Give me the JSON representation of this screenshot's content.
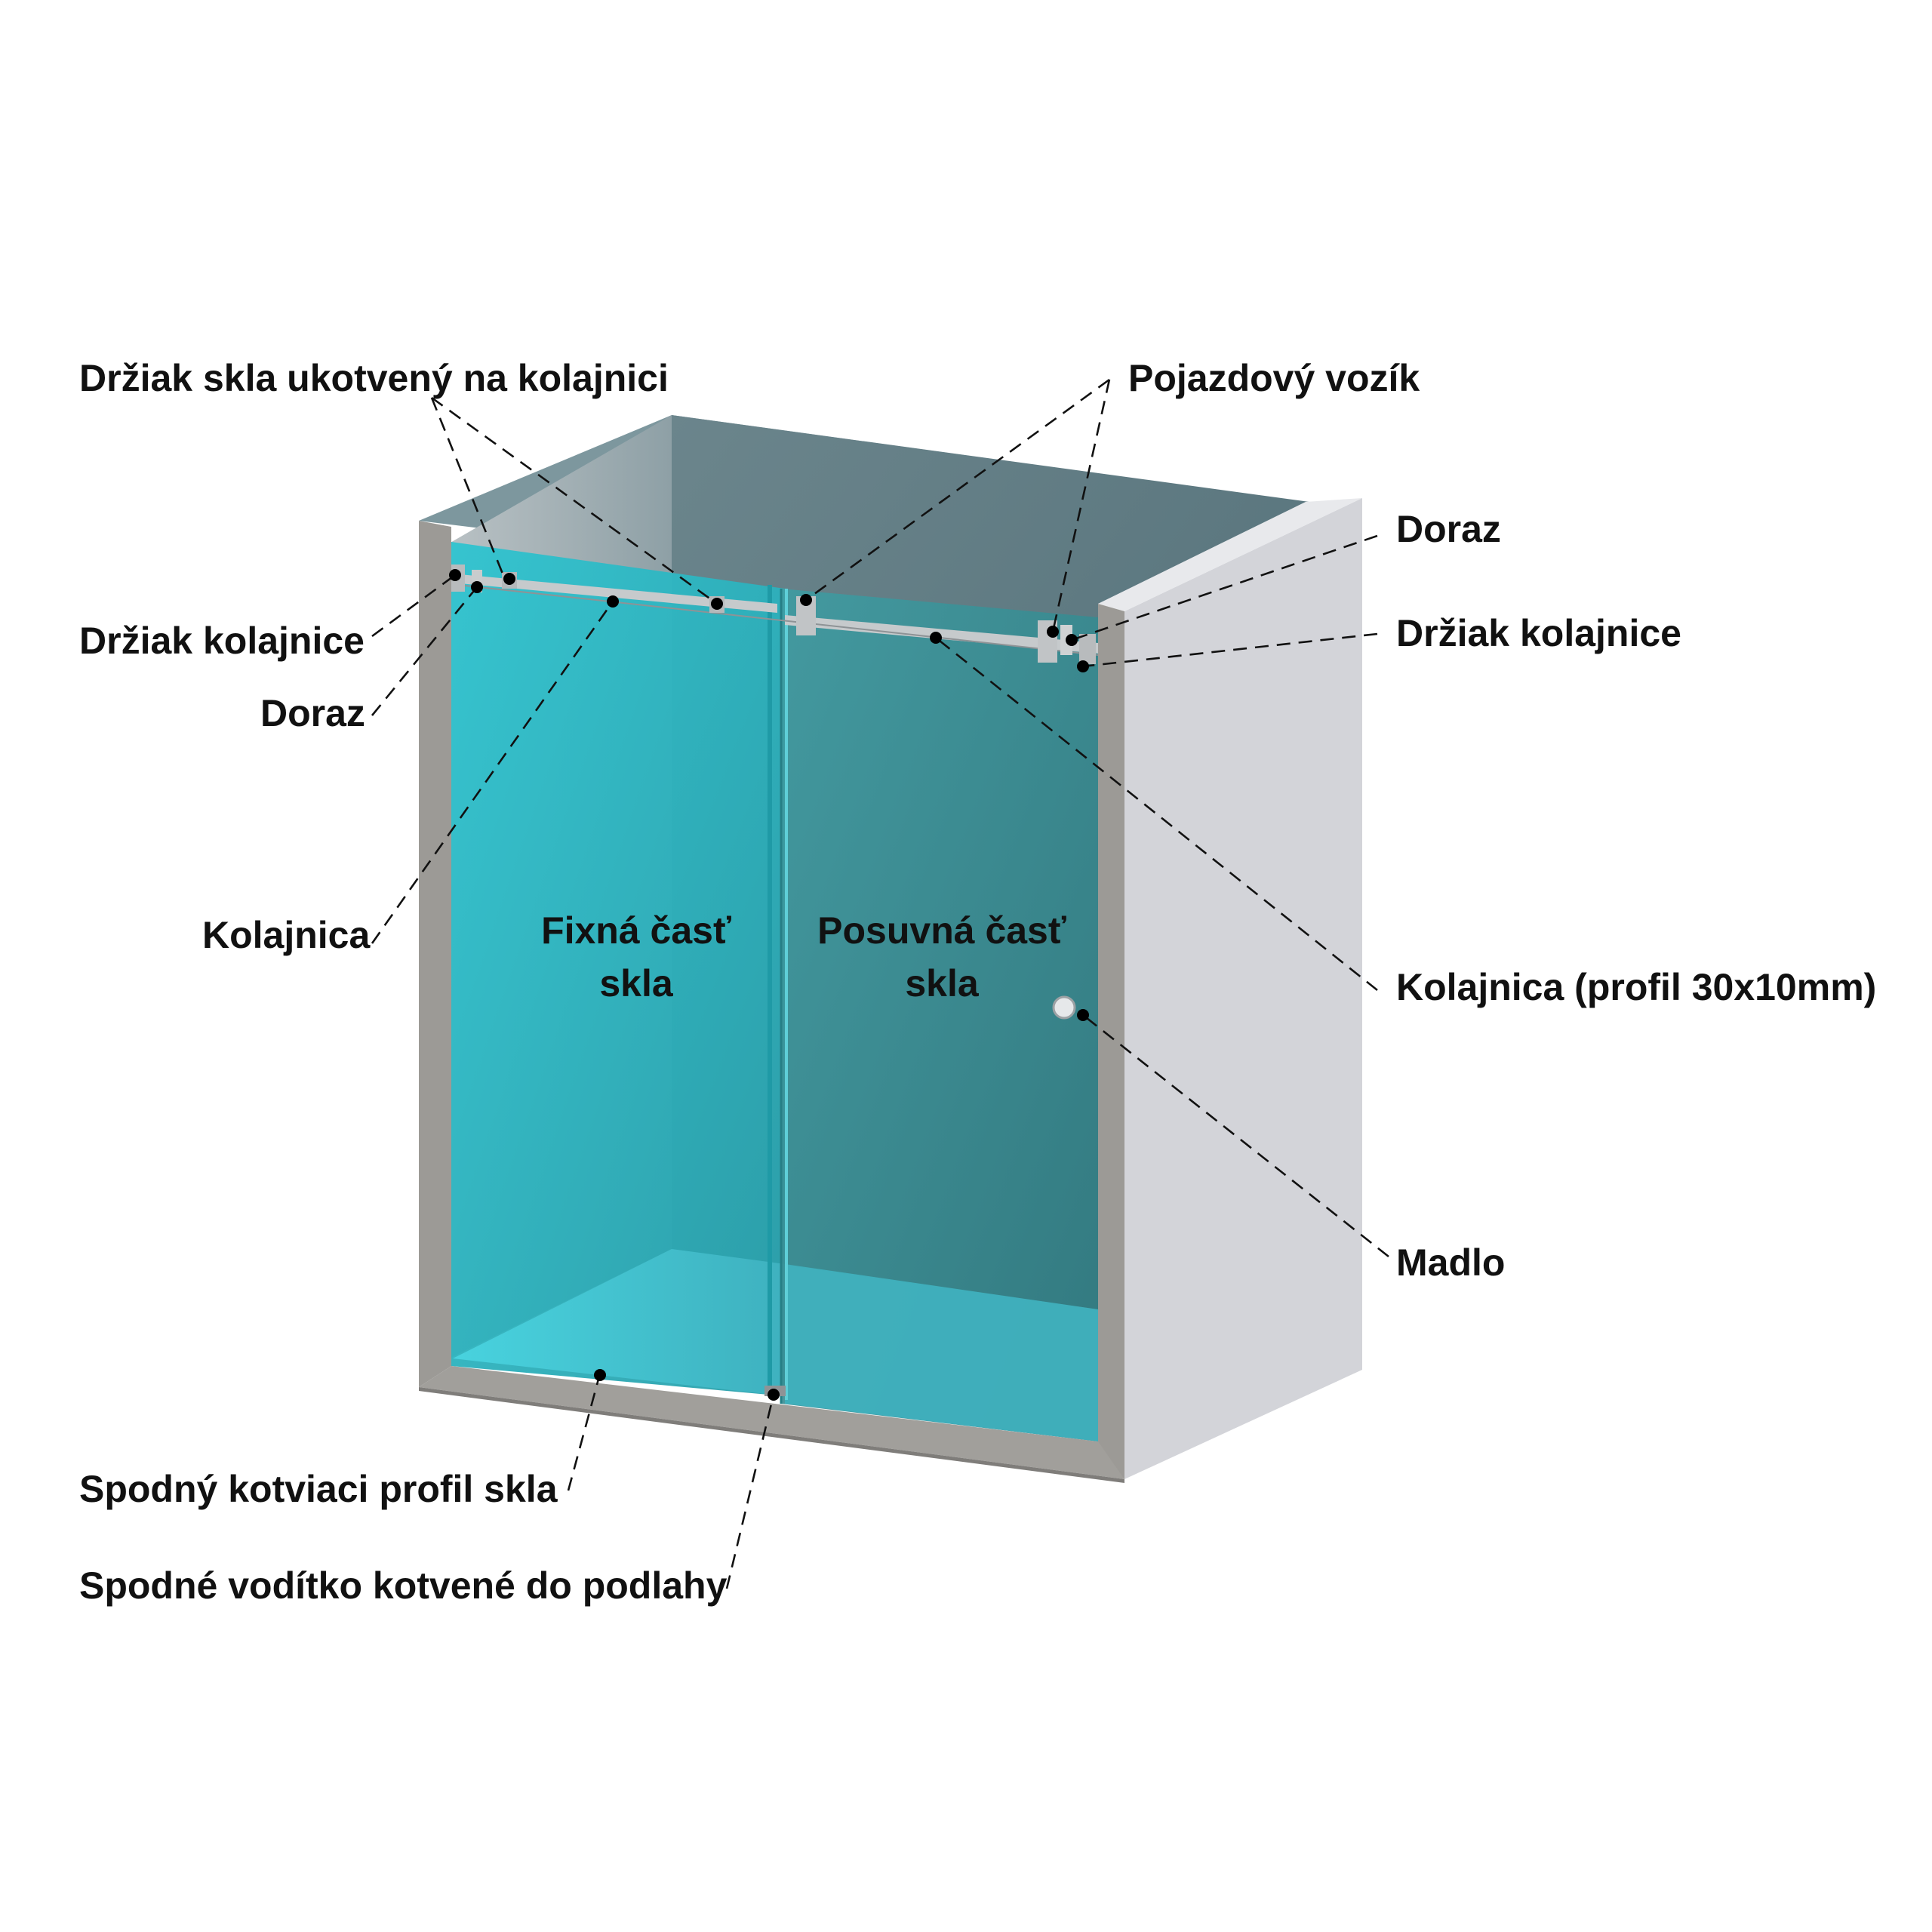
{
  "colors": {
    "background": "#ffffff",
    "frame": "#9c9a96",
    "wall_side": "#d2d3d8",
    "wall_back": "#5e7880",
    "glass_fixed": "#31b6c4",
    "glass_sliding": "#3a8a90",
    "floor": "#45c8d6",
    "rail": "#c6cacc",
    "label": "#111111"
  },
  "icons": {
    "callout_marker": "filled-circle",
    "leader_line": "dashed-line"
  },
  "labels": {
    "glass_holder_on_rail": "Držiak skla ukotvený na kolajnici",
    "rail_holder_left": "Držiak kolajnice",
    "stop_left": "Doraz",
    "rail_left": "Kolajnica",
    "bottom_anchor_profile": "Spodný kotviaci  profil skla",
    "bottom_floor_guide": "Spodné vodítko kotvené do podlahy",
    "roller_carriage": "Pojazdový vozík",
    "stop_right": "Doraz",
    "rail_holder_right": "Držiak kolajnice",
    "rail_profile": "Kolajnica (profil 30x10mm)",
    "handle": "Madlo",
    "fixed_glass_line1": "Fixná časť",
    "fixed_glass_line2": "skla",
    "sliding_glass_line1": "Posuvná časť",
    "sliding_glass_line2": "skla"
  }
}
